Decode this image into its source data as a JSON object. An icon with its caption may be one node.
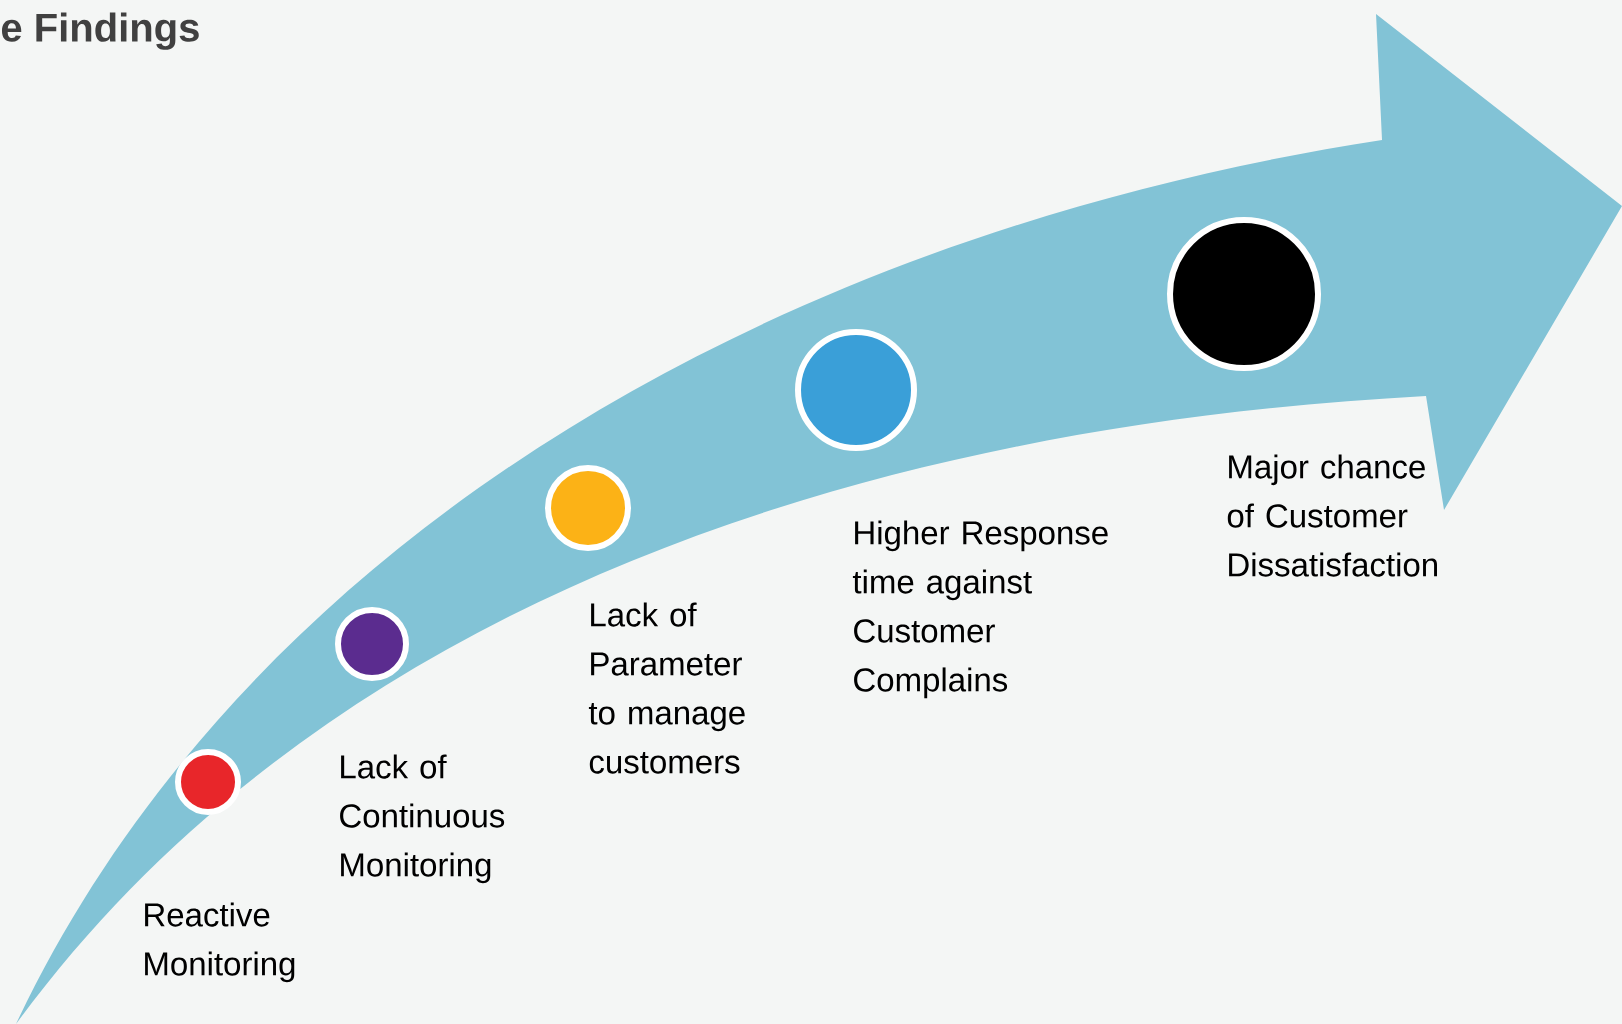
{
  "diagram": {
    "title": "e Findings",
    "nodes": [
      {
        "text": [],
        "shape": "circle",
        "beside": [
          "Reactive Monitoring"
        ]
      },
      {
        "text": [],
        "shape": "circle",
        "beside": [
          "Lack of Continuous Monitoring"
        ]
      },
      {
        "text": [],
        "shape": "circle",
        "beside": [
          "Lack of Parameter to manage customers"
        ]
      },
      {
        "text": [],
        "shape": "circle",
        "beside": [
          "Higher Response time against Customer Complains"
        ]
      },
      {
        "text": [],
        "shape": "circle",
        "beside": [
          "Major chance of Customer Dissatisfaction"
        ]
      }
    ]
  }
}
